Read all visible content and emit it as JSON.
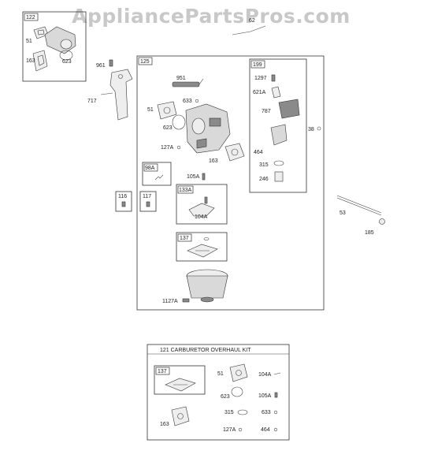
{
  "watermark": "AppliancePartsPros.com",
  "kit": {
    "title": "121 CARBURETOR OVERHAUL KIT"
  },
  "labels": {
    "l122": "122",
    "l51a": "51",
    "l163a": "163",
    "l623a": "623",
    "l961": "961",
    "l717": "717",
    "l62": "62",
    "l125": "125",
    "l951": "951",
    "l633a": "633",
    "l51b": "51",
    "l623b": "623",
    "l127a": "127A",
    "l163b": "163",
    "l98a": "98A",
    "l105a": "105A",
    "l133a": "133A",
    "l104a": "104A",
    "l137a": "137",
    "l1127a": "1127A",
    "l199": "199",
    "l1297": "1297",
    "l621a": "621A",
    "l787": "787",
    "l464a": "464",
    "l315a": "315",
    "l246": "246",
    "l38": "38",
    "l116": "116",
    "l117": "117",
    "l53": "53",
    "l185": "185",
    "l137b": "137",
    "l51c": "51",
    "l104b": "104A",
    "l623c": "623",
    "l105b": "105A",
    "l315b": "315",
    "l633b": "633",
    "l163c": "163",
    "l127b": "127A",
    "l464b": "464"
  }
}
